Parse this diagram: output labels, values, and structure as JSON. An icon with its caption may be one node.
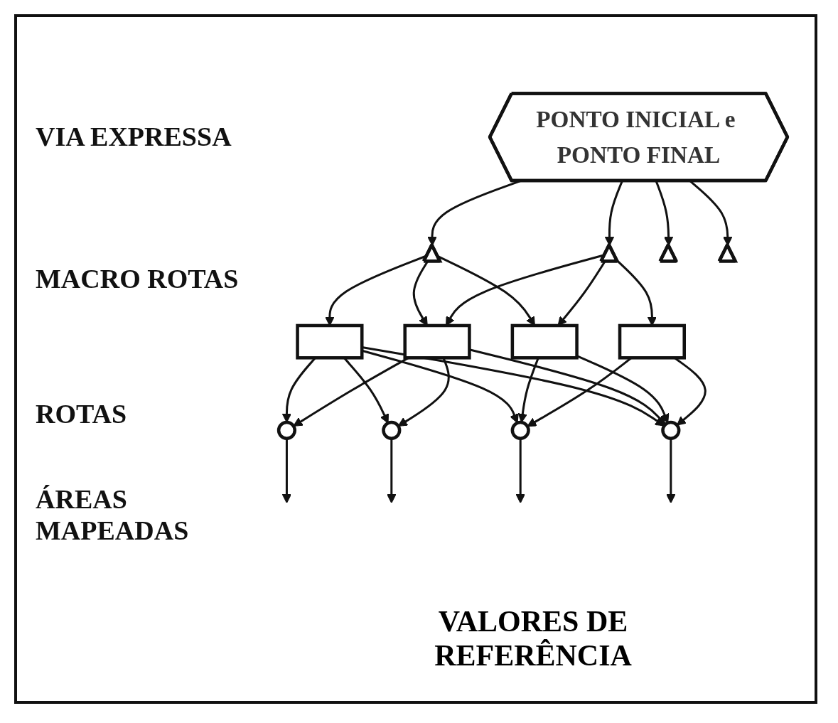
{
  "diagram": {
    "nodes": [
      {
        "text": [
          "PONTO INICIAL e PONTO FINAL"
        ]
      },
      {
        "text": [],
        "shape": "triangle"
      },
      {
        "text": [],
        "shape": "triangle"
      },
      {
        "text": [],
        "shape": "triangle"
      },
      {
        "text": [],
        "shape": "triangle"
      },
      {
        "text": [],
        "shape": "box"
      },
      {
        "text": [],
        "shape": "box"
      },
      {
        "text": [],
        "shape": "box"
      },
      {
        "text": [],
        "shape": "box"
      },
      {
        "text": [],
        "shape": "circle"
      },
      {
        "text": [],
        "shape": "circle"
      },
      {
        "text": [],
        "shape": "circle"
      },
      {
        "text": [],
        "shape": "circle"
      }
    ],
    "edges": [
      {
        "from": 0,
        "to": 1,
        "arrow": "to"
      },
      {
        "from": 0,
        "to": 2,
        "arrow": "to"
      },
      {
        "from": 0,
        "to": 3,
        "arrow": "to"
      },
      {
        "from": 0,
        "to": 4,
        "arrow": "to"
      },
      {
        "from": 1,
        "to": 5,
        "arrow": "to"
      },
      {
        "from": 1,
        "to": 6,
        "arrow": "to"
      },
      {
        "from": 1,
        "to": 7,
        "arrow": "to"
      },
      {
        "from": 2,
        "to": 6,
        "arrow": "to"
      },
      {
        "from": 2,
        "to": 7,
        "arrow": "to"
      },
      {
        "from": 2,
        "to": 8,
        "arrow": "to"
      },
      {
        "from": 5,
        "to": 9,
        "arrow": "to"
      },
      {
        "from": 5,
        "to": 10,
        "arrow": "to"
      },
      {
        "from": 5,
        "to": 11,
        "arrow": "to"
      },
      {
        "from": 5,
        "to": 12,
        "arrow": "to"
      },
      {
        "from": 6,
        "to": 9,
        "arrow": "to"
      },
      {
        "from": 6,
        "to": 10,
        "arrow": "to"
      },
      {
        "from": 6,
        "to": 12,
        "arrow": "to"
      },
      {
        "from": 7,
        "to": 11,
        "arrow": "to"
      },
      {
        "from": 7,
        "to": 12,
        "arrow": "to"
      },
      {
        "from": 8,
        "to": 11,
        "arrow": "to"
      },
      {
        "from": 8,
        "to": 12,
        "arrow": "to"
      },
      {
        "from": 9,
        "to": null,
        "arrow": "to"
      },
      {
        "from": 10,
        "to": null,
        "arrow": "to"
      },
      {
        "from": 11,
        "to": null,
        "arrow": "to"
      },
      {
        "from": 12,
        "to": null,
        "arrow": "to"
      }
    ],
    "labels": [
      "VIA EXPRESSA",
      "MACRO ROTAS",
      "ROTAS",
      "ÁREAS MAPEADAS",
      "VALORES DE REFERÊNCIA"
    ]
  }
}
